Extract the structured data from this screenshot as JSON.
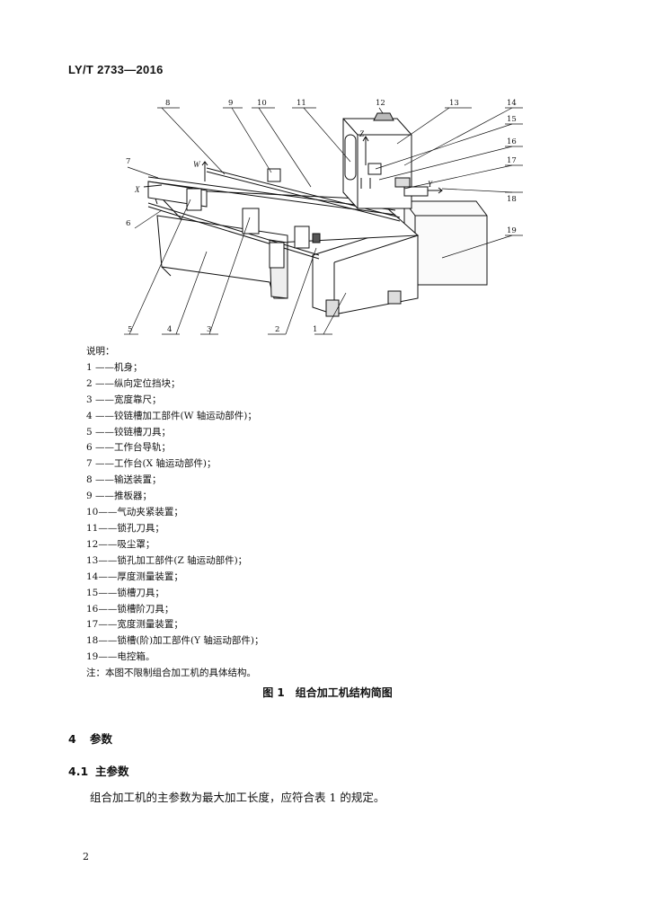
{
  "header": {
    "doc_id": "LY/T 2733—2016"
  },
  "figure": {
    "callouts": [
      "1",
      "2",
      "3",
      "4",
      "5",
      "6",
      "7",
      "8",
      "9",
      "10",
      "11",
      "12",
      "13",
      "14",
      "15",
      "16",
      "17",
      "18",
      "19"
    ],
    "axes": {
      "x": "X",
      "y": "Y",
      "z": "Z",
      "w": "W"
    }
  },
  "legend": {
    "heading": "说明：",
    "items": [
      "1 ——机身；",
      "2 ——纵向定位挡块；",
      "3 ——宽度靠尺；",
      "4 ——铰链槽加工部件(W 轴运动部件)；",
      "5 ——铰链槽刀具；",
      "6 ——工作台导轨；",
      "7 ——工作台(X 轴运动部件)；",
      "8 ——输送装置；",
      "9 ——推板器；",
      "10——气动夹紧装置；",
      "11——锁孔刀具；",
      "12——吸尘罩；",
      "13——锁孔加工部件(Z 轴运动部件)；",
      "14——厚度测量装置；",
      "15——锁槽刀具；",
      "16——锁槽阶刀具；",
      "17——宽度测量装置；",
      "18——锁槽(阶)加工部件(Y 轴运动部件)；",
      "19——电控箱。"
    ],
    "note": "注：本图不限制组合加工机的具体结构。"
  },
  "caption": "图 1　组合加工机结构简图",
  "section": {
    "number": "4",
    "title": "参数"
  },
  "subsection": {
    "number": "4.1",
    "title": "主参数"
  },
  "paragraph": "组合加工机的主参数为最大加工长度，应符合表 1 的规定。",
  "page_number": "2"
}
